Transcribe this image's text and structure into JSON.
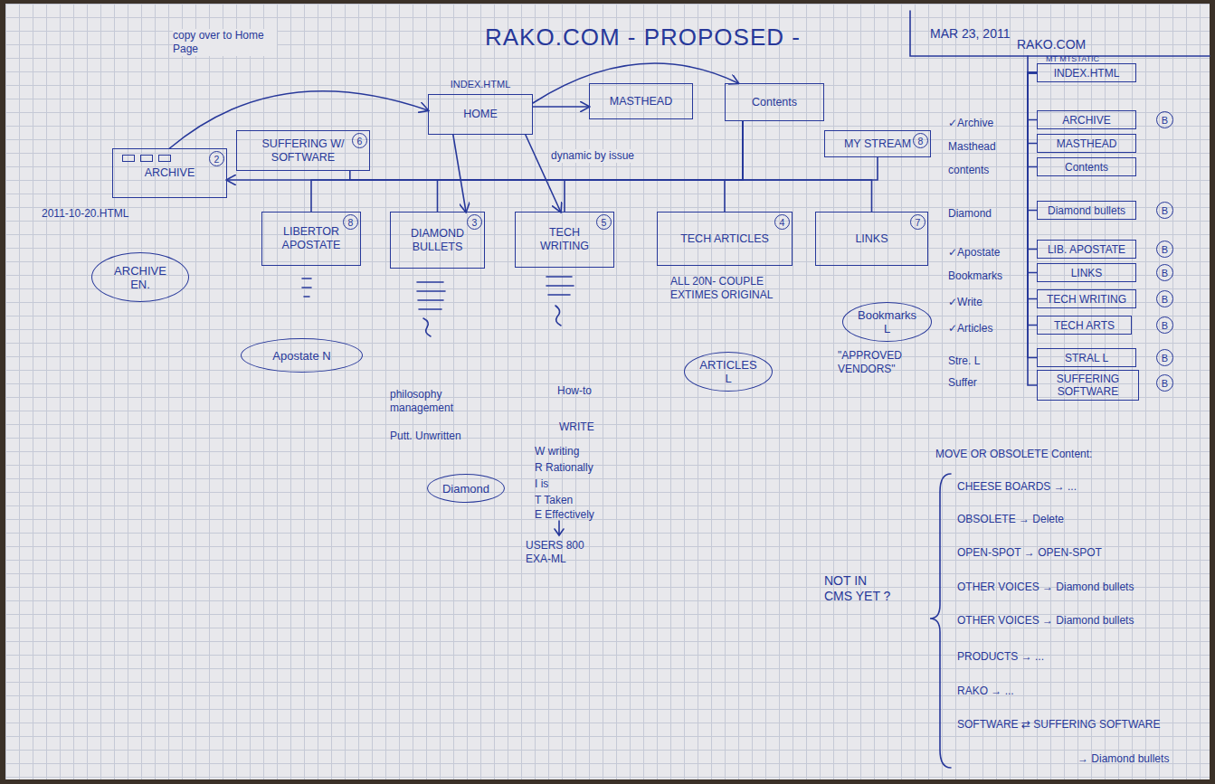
{
  "diagram": {
    "title": "RAKO.COM - PROPOSED -",
    "nodes": [
      {
        "text": [
          "INDEX.HTML",
          "HOME"
        ]
      },
      {
        "text": [
          "MASTHEAD"
        ]
      },
      {
        "text": [
          "Contents"
        ]
      },
      {
        "text": [
          "SUFFERING W/ SOFTWARE"
        ]
      },
      {
        "text": [
          "6"
        ],
        "in": 3
      },
      {
        "text": [
          "MY STREAM"
        ]
      },
      {
        "text": [
          "8"
        ],
        "in": 5
      },
      {
        "text": [
          "ARCHIVE"
        ]
      },
      {
        "text": [
          "2"
        ],
        "in": 7
      },
      {
        "text": [
          "LIBERTOR APOSTATE"
        ]
      },
      {
        "text": [
          "8"
        ],
        "in": 9
      },
      {
        "text": [
          "DIAMOND BULLETS"
        ]
      },
      {
        "text": [
          "3"
        ],
        "in": 11
      },
      {
        "text": [
          "TECH WRITING"
        ]
      },
      {
        "text": [
          "5"
        ],
        "in": 13
      },
      {
        "text": [
          "TECH ARTICLES"
        ]
      },
      {
        "text": [
          "4"
        ],
        "in": 15
      },
      {
        "text": [
          "LINKS"
        ]
      },
      {
        "text": [
          "7"
        ],
        "in": 17
      },
      {
        "text": [
          "ARCHIVE EN."
        ]
      },
      {
        "text": [
          "Apostate N"
        ]
      },
      {
        "text": [
          "ARTICLES L"
        ]
      },
      {
        "text": [
          "Bookmarks L"
        ]
      },
      {
        "text": [
          "Diamond"
        ]
      },
      {
        "text": [
          "INDEX.HTML"
        ]
      },
      {
        "text": [
          "ARCHIVE"
        ]
      },
      {
        "text": [
          "B"
        ]
      },
      {
        "text": [
          "MASTHEAD"
        ]
      },
      {
        "text": [
          "Contents"
        ]
      },
      {
        "text": [
          "Diamond bullets"
        ]
      },
      {
        "text": [
          "B"
        ]
      },
      {
        "text": [
          "LIB. APOSTATE"
        ]
      },
      {
        "text": [
          "B"
        ]
      },
      {
        "text": [
          "LINKS"
        ]
      },
      {
        "text": [
          "B"
        ]
      },
      {
        "text": [
          "TECH WRITING"
        ]
      },
      {
        "text": [
          "B"
        ]
      },
      {
        "text": [
          "TECH ARTS"
        ]
      },
      {
        "text": [
          "B"
        ]
      },
      {
        "text": [
          "STRAL L"
        ]
      },
      {
        "text": [
          "B"
        ]
      },
      {
        "text": [
          "SUFFERING SOFTWARE"
        ]
      },
      {
        "text": [
          "B"
        ]
      }
    ],
    "edges": [
      {
        "from": 0,
        "to": 1,
        "arrow": "to"
      },
      {
        "from": 0,
        "to": 2,
        "arrow": "to"
      },
      {
        "from": 7,
        "to": 0,
        "arrow": "to",
        "label": "copy over to Home Page"
      },
      {
        "from": 0,
        "to": 11,
        "arrow": "to"
      },
      {
        "from": 0,
        "to": 13,
        "arrow": "to",
        "label": "dynamic by issue"
      },
      {
        "from": 2,
        "to": 7,
        "arrow": "to"
      },
      {
        "from": 2,
        "to": 3,
        "arrow": "none"
      },
      {
        "from": 2,
        "to": 9,
        "arrow": "none"
      },
      {
        "from": 2,
        "to": 11,
        "arrow": "none"
      },
      {
        "from": 2,
        "to": 13,
        "arrow": "none"
      },
      {
        "from": 2,
        "to": 15,
        "arrow": "none"
      },
      {
        "from": 2,
        "to": 17,
        "arrow": "none"
      },
      {
        "from": 2,
        "to": 5,
        "arrow": "none"
      },
      {
        "from": 24,
        "to": 25,
        "arrow": "none"
      },
      {
        "from": 24,
        "to": 27,
        "arrow": "none"
      },
      {
        "from": 24,
        "to": 28,
        "arrow": "none"
      },
      {
        "from": 24,
        "to": 29,
        "arrow": "none"
      },
      {
        "from": 24,
        "to": 31,
        "arrow": "none"
      },
      {
        "from": 24,
        "to": 33,
        "arrow": "none"
      },
      {
        "from": 24,
        "to": 35,
        "arrow": "none"
      },
      {
        "from": 24,
        "to": 37,
        "arrow": "none"
      },
      {
        "from": 24,
        "to": 39,
        "arrow": "none"
      },
      {
        "from": 24,
        "to": 41,
        "arrow": "none"
      }
    ],
    "labels": [
      "MAR 23, 2011",
      "RAKO.COM",
      "MT MTSTATIC",
      "2011-10-20.HTML",
      "philosophy management",
      "Putt. Unwritten",
      "How-to",
      "WRITE",
      "W writing",
      "R Rationally",
      "I is",
      "T Taken",
      "E Effectively",
      "USERS 800 EXA-ML",
      "ALL 20N- COUPLE EXTIMES ORIGINAL",
      "\"APPROVED VENDORS\"",
      "MOVE OR OBSOLETE Content:",
      "CHEESE BOARDS → ...",
      "OBSOLETE → Delete",
      "OPEN-SPOT → OPEN-SPOT",
      "OTHER VOICES → Diamond bullets",
      "OTHER VOICES → Diamond bullets",
      "PRODUCTS → ...",
      "RAKO → ...",
      "SOFTWARE ⇄ SUFFERING SOFTWARE",
      "→ Diamond bullets",
      "NOT IN CMS YET ?",
      "✓Archive",
      "Masthead",
      "contents",
      "Diamond",
      "✓Apostate",
      "Bookmarks",
      "✓Write",
      "✓Articles",
      "Stre. L",
      "Suffer"
    ]
  }
}
